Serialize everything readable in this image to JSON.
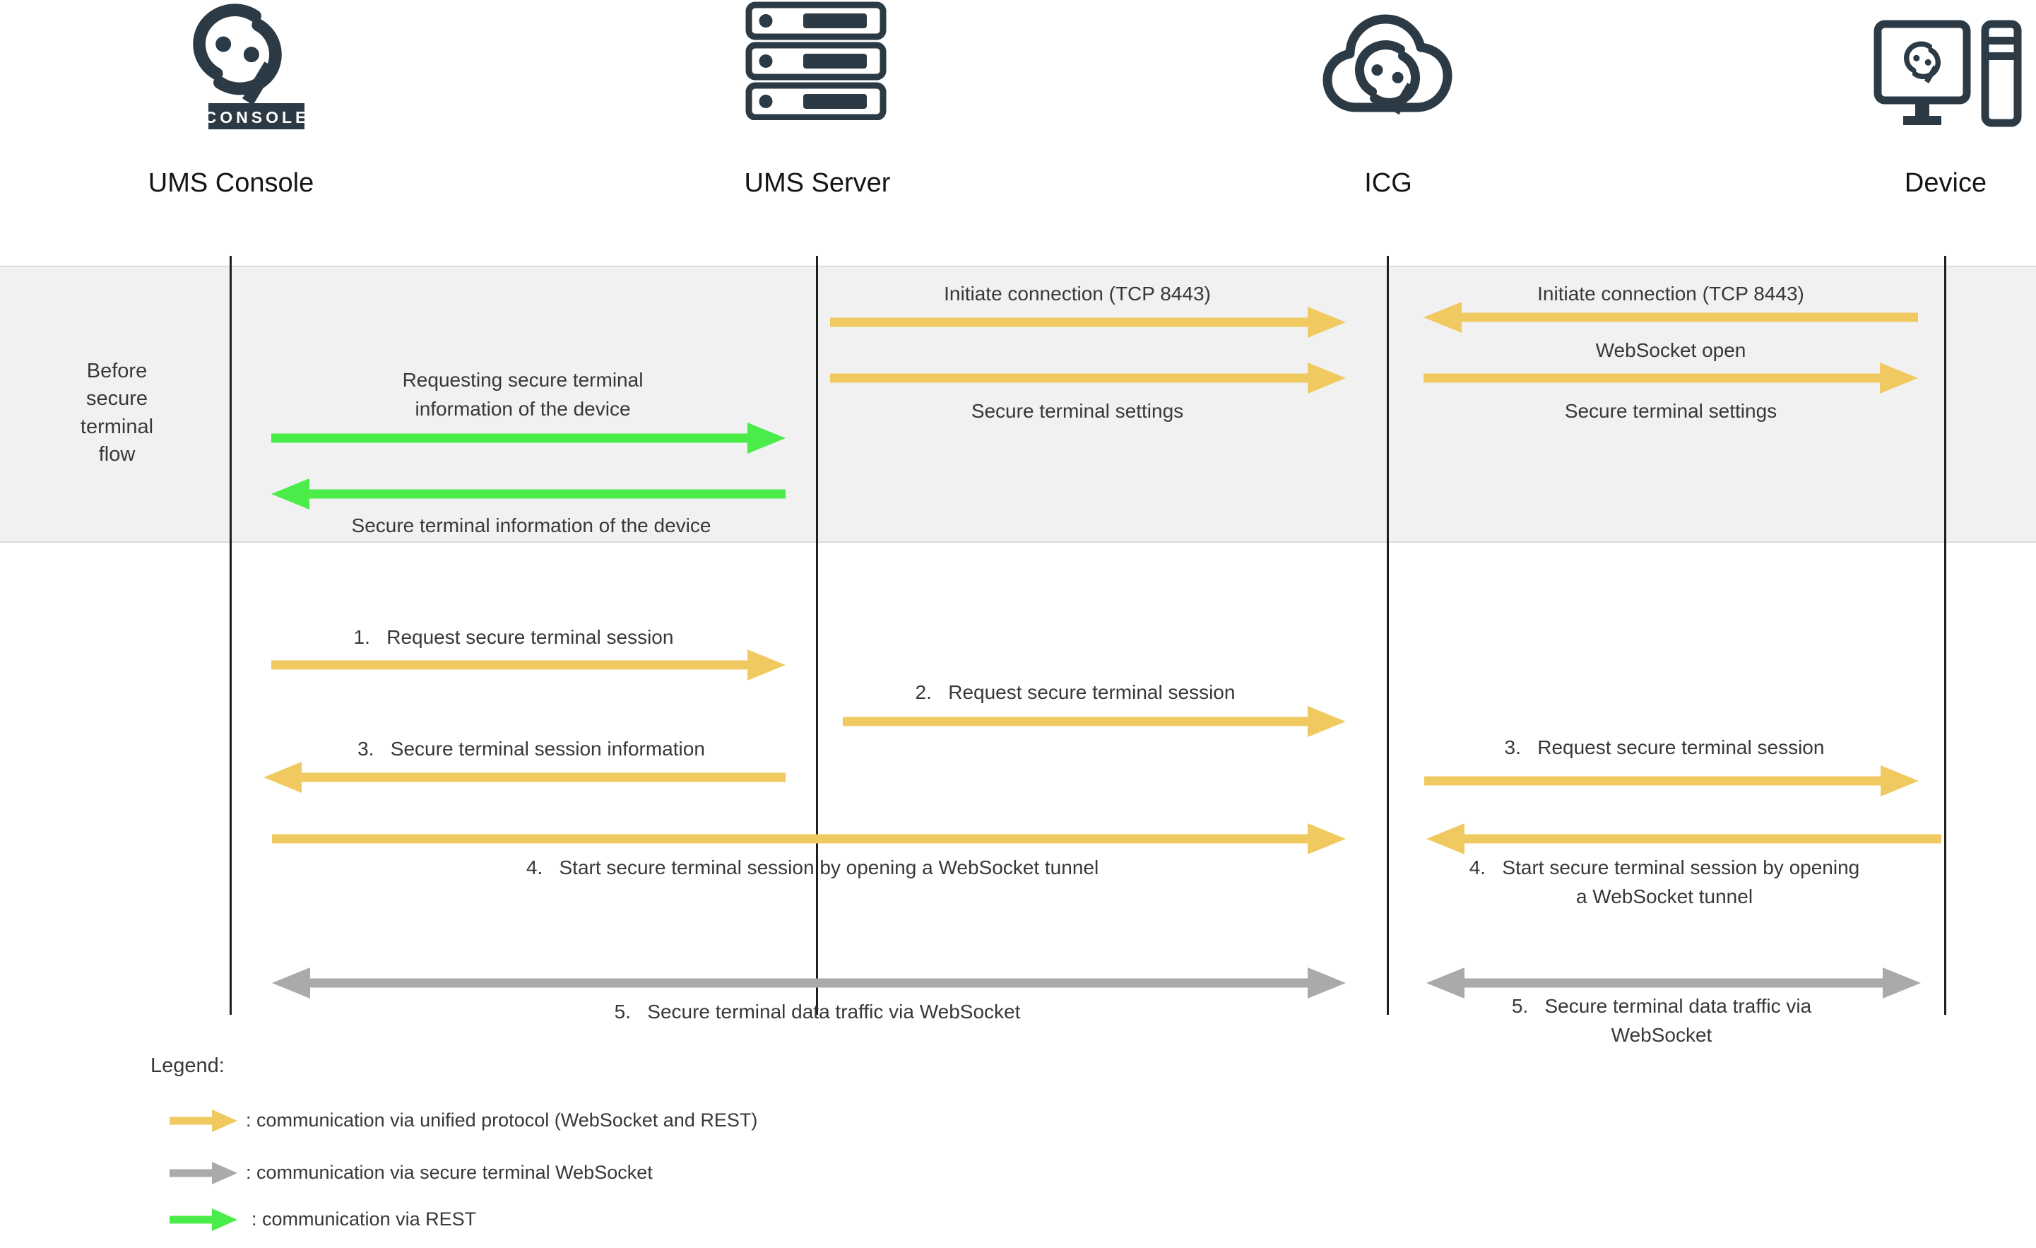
{
  "colors": {
    "accent_yellow": "#F0CA60",
    "accent_green": "#4AEC4A",
    "accent_gray": "#AAAAAA",
    "icon_dark": "#2B3A45",
    "band_bg": "#F1F1F2",
    "band_border": "#DBDBDB",
    "text_color": "#383838",
    "lifeline_color": "#1F1F1F"
  },
  "entities": {
    "console": "UMS Console",
    "server": "UMS Server",
    "icg": "ICG",
    "device": "Device"
  },
  "console_badge_label": "CONSOLE",
  "phase_label": "Before secure terminal flow",
  "pre_flow": {
    "requesting_info": "Requesting secure terminal information of the device",
    "info_of_device": "Secure terminal information of the device",
    "initiate_left": "Initiate connection (TCP 8443)",
    "settings_left": "Secure terminal settings",
    "initiate_right": "Initiate connection (TCP 8443)",
    "websocket_open": "WebSocket open",
    "settings_right": "Secure terminal settings"
  },
  "flow": {
    "step1": "1.   Request secure terminal session",
    "step2": "2.   Request secure terminal session",
    "step3_left": "3.   Secure terminal session information",
    "step3_right": "3.   Request secure terminal session",
    "step4_left": "4.   Start secure terminal session by opening a WebSocket tunnel",
    "step4_right": "4.   Start secure terminal session by opening a WebSocket tunnel",
    "step5_left": "5.   Secure terminal data traffic via WebSocket",
    "step5_right": "5.   Secure terminal data traffic via WebSocket"
  },
  "legend": {
    "title": "Legend:",
    "items": [
      {
        "color_name": "yellow",
        "color": "#F0CA60",
        "label": ": communication via unified protocol (WebSocket and REST)"
      },
      {
        "color_name": "gray",
        "color": "#AAAAAA",
        "label": ": communication via secure terminal WebSocket"
      },
      {
        "color_name": "green",
        "color": "#4AEC4A",
        "label": ": communication via REST"
      }
    ]
  }
}
